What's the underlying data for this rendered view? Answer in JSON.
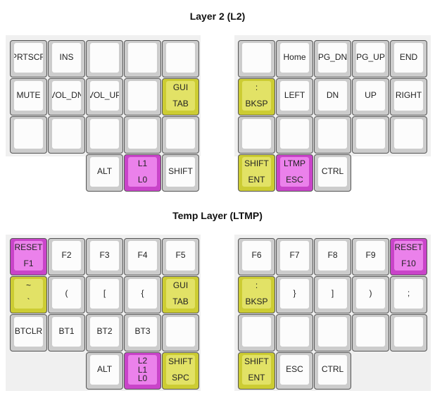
{
  "layers": [
    {
      "title": "Layer 2 (L2)",
      "left": [
        [
          {
            "t": [
              "PRTSCR"
            ]
          },
          {
            "t": [
              "INS"
            ]
          },
          {
            "t": []
          },
          {
            "t": []
          },
          {
            "t": []
          }
        ],
        [
          {
            "t": [
              "MUTE"
            ]
          },
          {
            "t": [
              "VOL_DN"
            ]
          },
          {
            "t": [
              "VOL_UP"
            ]
          },
          {
            "t": []
          },
          {
            "t": [
              "GUI",
              "TAB"
            ],
            "c": "yellow"
          }
        ],
        [
          {
            "t": []
          },
          {
            "t": []
          },
          {
            "t": []
          },
          {
            "t": []
          },
          {
            "t": []
          }
        ],
        [
          null,
          null,
          {
            "t": [
              "ALT"
            ]
          },
          {
            "t": [
              "L1",
              "L0"
            ],
            "c": "pink"
          },
          {
            "t": [
              "SHIFT"
            ]
          }
        ]
      ],
      "right": [
        [
          {
            "t": []
          },
          {
            "t": [
              "Home"
            ]
          },
          {
            "t": [
              "PG_DN"
            ]
          },
          {
            "t": [
              "PG_UP"
            ]
          },
          {
            "t": [
              "END"
            ]
          }
        ],
        [
          {
            "t": [
              ":",
              "BKSP"
            ],
            "c": "yellow"
          },
          {
            "t": [
              "LEFT"
            ]
          },
          {
            "t": [
              "DN"
            ]
          },
          {
            "t": [
              "UP"
            ]
          },
          {
            "t": [
              "RIGHT"
            ]
          }
        ],
        [
          {
            "t": []
          },
          {
            "t": []
          },
          {
            "t": []
          },
          {
            "t": []
          },
          {
            "t": []
          }
        ],
        [
          {
            "t": [
              "SHIFT",
              "ENT"
            ],
            "c": "yellow"
          },
          {
            "t": [
              "LTMP",
              "ESC"
            ],
            "c": "pink"
          },
          {
            "t": [
              "CTRL"
            ]
          },
          null,
          null
        ]
      ]
    },
    {
      "title": "Temp Layer (LTMP)",
      "left": [
        [
          {
            "t": [
              "RESET",
              "F1"
            ],
            "c": "pink"
          },
          {
            "t": [
              "F2"
            ]
          },
          {
            "t": [
              "F3"
            ]
          },
          {
            "t": [
              "F4"
            ]
          },
          {
            "t": [
              "F5"
            ]
          }
        ],
        [
          {
            "t": [
              "~",
              "`"
            ],
            "c": "yellow"
          },
          {
            "t": [
              "("
            ]
          },
          {
            "t": [
              "["
            ]
          },
          {
            "t": [
              "{"
            ]
          },
          {
            "t": [
              "GUI",
              "TAB"
            ],
            "c": "yellow"
          }
        ],
        [
          {
            "t": [
              "BTCLR"
            ]
          },
          {
            "t": [
              "BT1"
            ]
          },
          {
            "t": [
              "BT2"
            ]
          },
          {
            "t": [
              "BT3"
            ]
          },
          {
            "t": []
          }
        ],
        [
          null,
          null,
          {
            "t": [
              "ALT"
            ]
          },
          {
            "t": [
              "L2",
              "L1",
              "L0"
            ],
            "c": "pink"
          },
          {
            "t": [
              "SHIFT",
              "SPC"
            ],
            "c": "yellow"
          }
        ]
      ],
      "right": [
        [
          {
            "t": [
              "F6"
            ]
          },
          {
            "t": [
              "F7"
            ]
          },
          {
            "t": [
              "F8"
            ]
          },
          {
            "t": [
              "F9"
            ]
          },
          {
            "t": [
              "RESET",
              "F10"
            ],
            "c": "pink"
          }
        ],
        [
          {
            "t": [
              ":",
              "BKSP"
            ],
            "c": "yellow"
          },
          {
            "t": [
              "}"
            ]
          },
          {
            "t": [
              "]"
            ]
          },
          {
            "t": [
              ")"
            ]
          },
          {
            "t": [
              ";"
            ]
          }
        ],
        [
          {
            "t": []
          },
          {
            "t": []
          },
          {
            "t": []
          },
          {
            "t": []
          },
          {
            "t": []
          }
        ],
        [
          {
            "t": [
              "SHIFT",
              "ENT"
            ],
            "c": "yellow"
          },
          {
            "t": [
              "ESC"
            ]
          },
          {
            "t": [
              "CTRL"
            ]
          },
          null,
          null
        ]
      ]
    }
  ]
}
